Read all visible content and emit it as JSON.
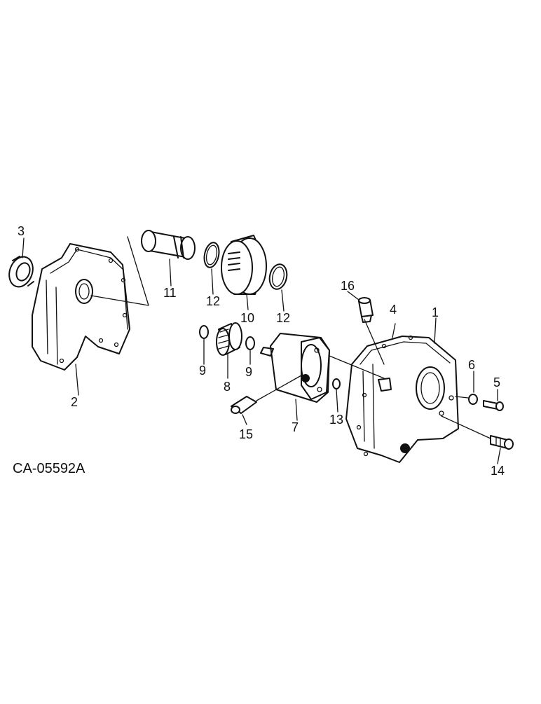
{
  "drawing_code": "CA-05592A",
  "callouts": [
    "1",
    "2",
    "3",
    "4",
    "5",
    "6",
    "7",
    "8",
    "9",
    "9",
    "10",
    "11",
    "12",
    "12",
    "13",
    "14",
    "15",
    "16"
  ]
}
